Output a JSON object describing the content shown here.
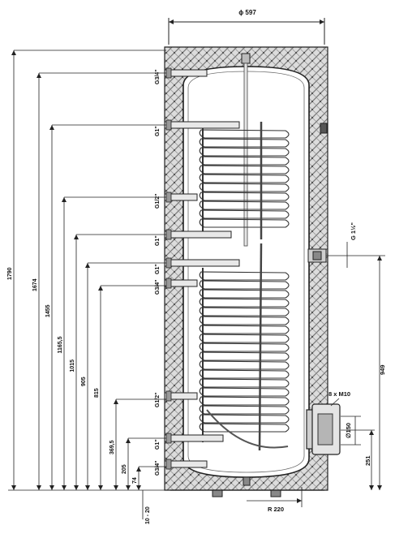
{
  "drawing": {
    "diameter_label": "ϕ 597",
    "heights": {
      "h1790": "1790",
      "h1674": "1674",
      "h1455": "1455",
      "h1165": "1165,5",
      "h1015": "1015",
      "h905": "905",
      "h815": "815",
      "h369": "369,5",
      "h205": "205",
      "h74": "74",
      "h10_20": "10 - 20"
    },
    "connections": {
      "c_top_g34": "G3/4\"",
      "c_g1_upper": "G1\"",
      "c_g12_upper": "G1/2\"",
      "c_g1_mid": "G1\"",
      "c_g1_lower": "G1\"",
      "c_g34_mid": "G3/4\"",
      "c_g12_lower": "G1/2\"",
      "c_g1_bottom": "G1\"",
      "c_g34_bottom": "G3/4\""
    },
    "right_side": {
      "g1half": "G 1½\"",
      "h949": "949",
      "flange_bolts": "8 x M10",
      "flange_diam": "∅150",
      "h251": "251",
      "radius": "R 220"
    }
  }
}
